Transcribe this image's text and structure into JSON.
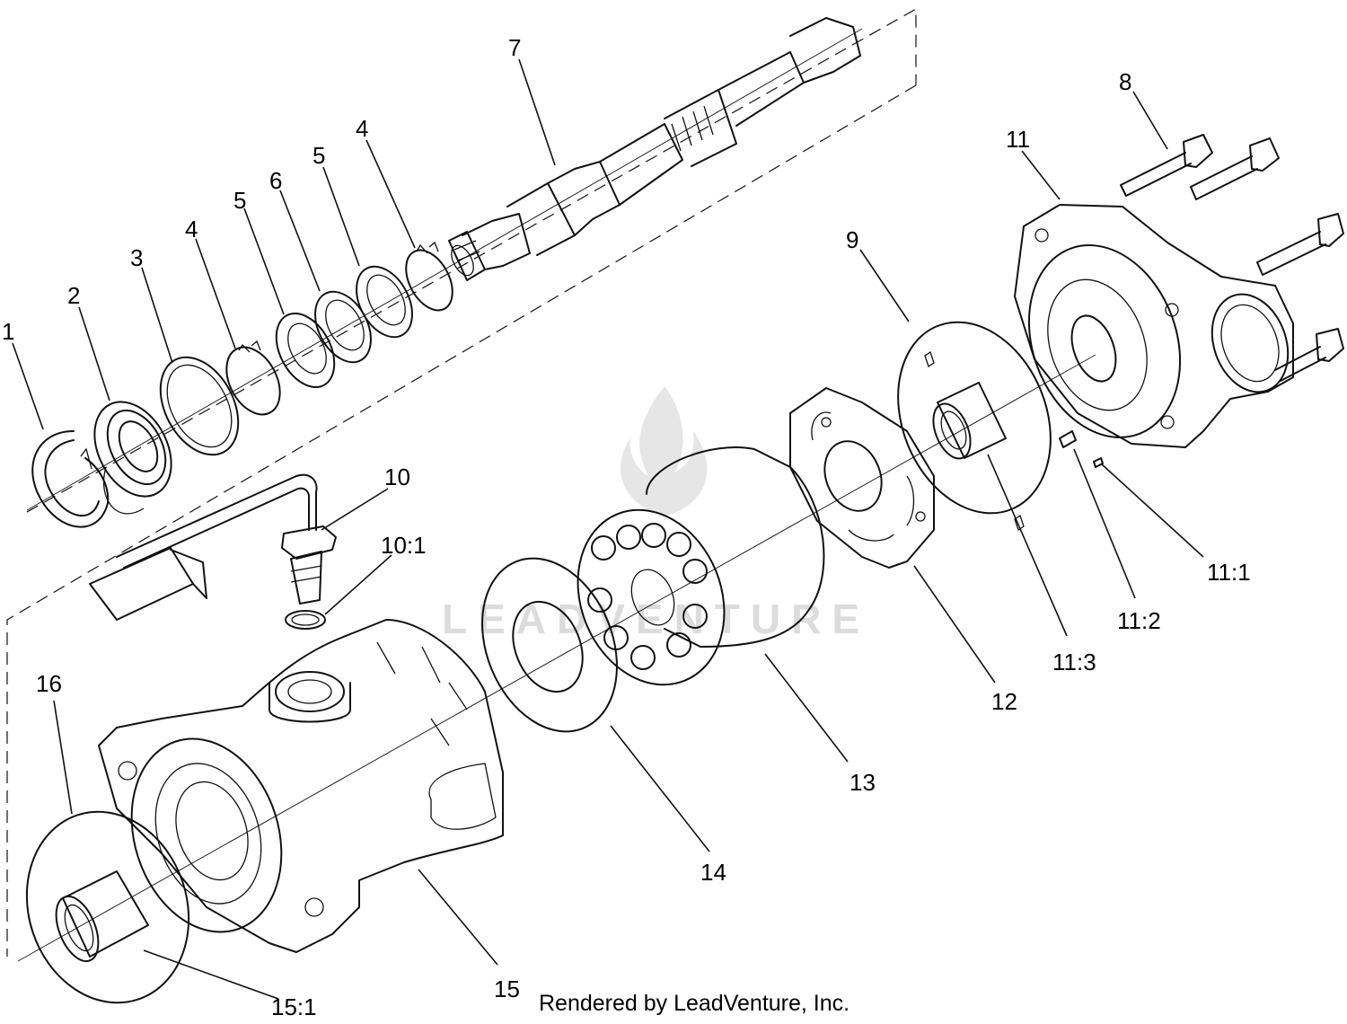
{
  "callouts": {
    "p1": "1",
    "p2": "2",
    "p3": "3",
    "p4a": "4",
    "p4b": "4",
    "p5a": "5",
    "p5b": "5",
    "p6": "6",
    "p7": "7",
    "p8": "8",
    "p9": "9",
    "p10": "10",
    "p10_1": "10:1",
    "p11": "11",
    "p11_1": "11:1",
    "p11_2": "11:2",
    "p11_3": "11:3",
    "p12": "12",
    "p13": "13",
    "p14": "14",
    "p15": "15",
    "p15_1": "15:1",
    "p16": "16"
  },
  "watermark": "LEADVENTURE",
  "credit": "Rendered by LeadVenture, Inc.",
  "colors": {
    "line": "#111111",
    "watermark": "#dcdcdc",
    "background": "#ffffff"
  }
}
